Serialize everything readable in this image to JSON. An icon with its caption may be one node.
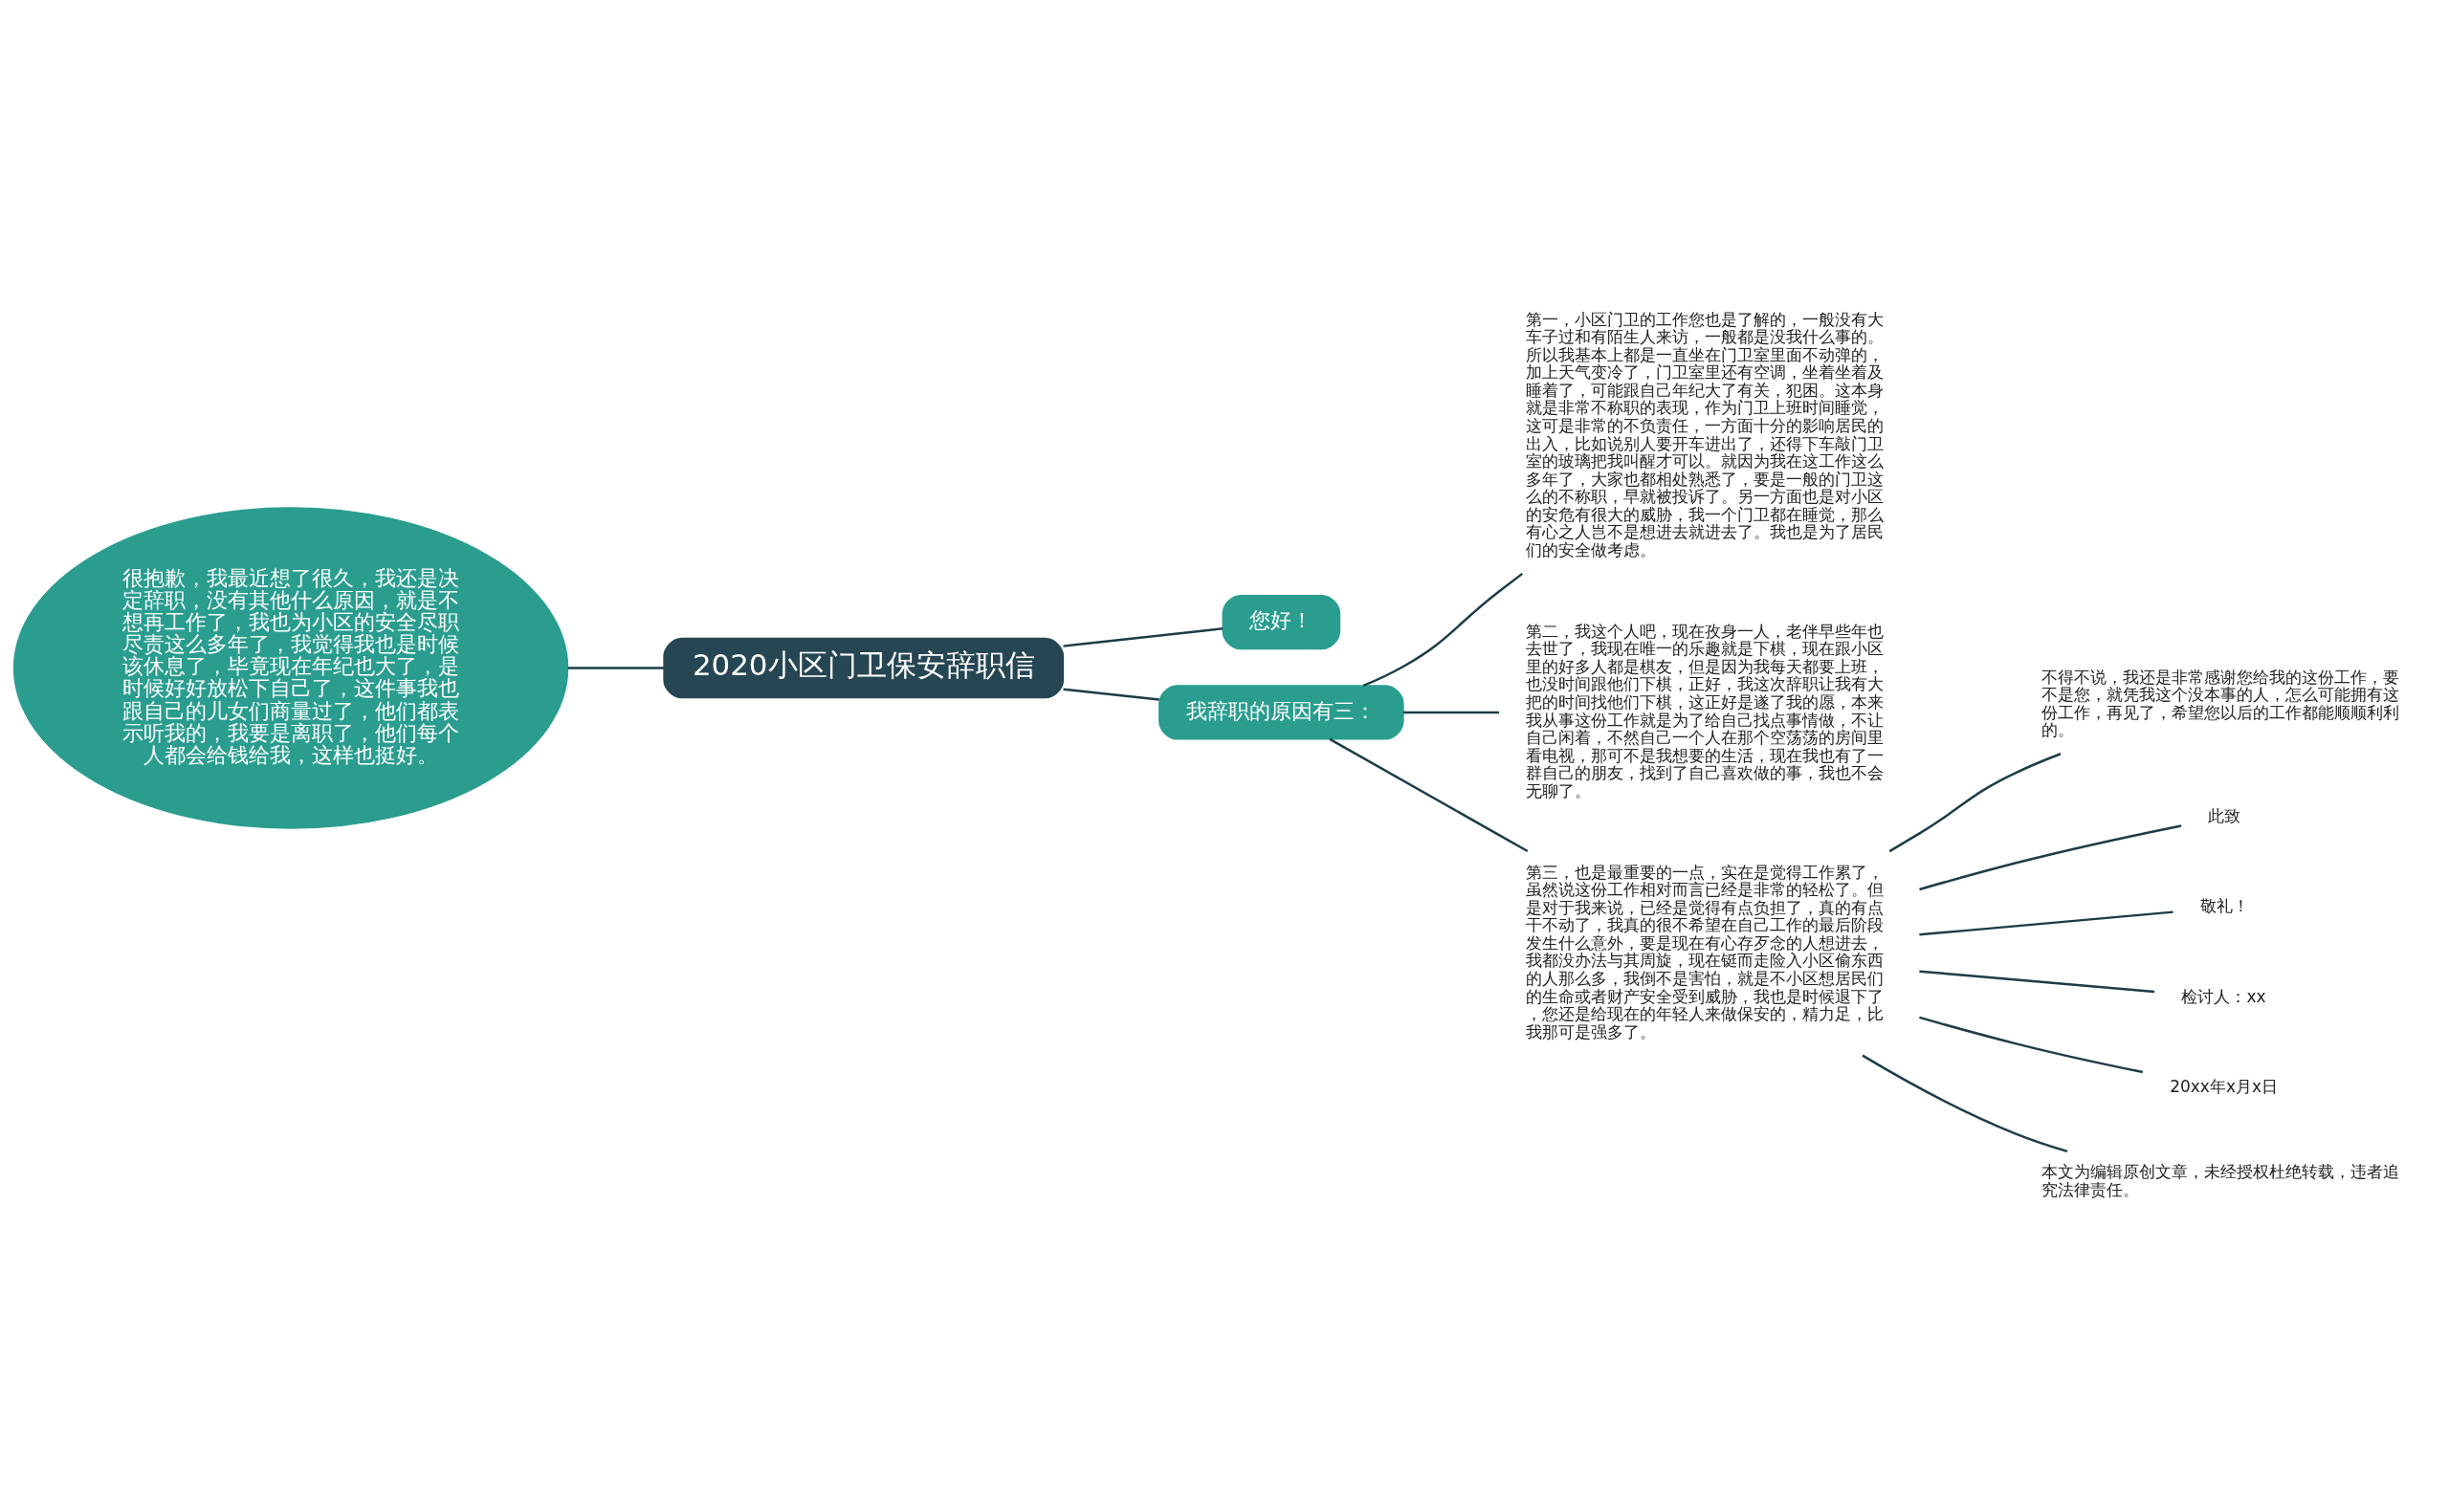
{
  "diagram": {
    "nodes": [
      {
        "text": [
          "2020小区门卫保安辞职信"
        ]
      },
      {
        "text": [
          "很抱歉，我最近想了很久，我还是决定辞职，没有其他什么原因，就是不想再工作了，我也为小区的安全尽职尽责这么多年了，我觉得我也是时候该休息了，毕竟现在年纪也大了，是时候好好放松下自己了，这件事我也跟自己的儿女们商量过了，他们都表示听我的，我要是离职了，他们每个人都会给钱给我，这样也挺好。"
        ]
      },
      {
        "text": [
          "您好！"
        ]
      },
      {
        "text": [
          "我辞职的原因有三："
        ]
      },
      {
        "text": [
          "第一，小区门卫的工作您也是了解的，一般没有大车子过和有陌生人来访，一般都是没我什么事的。所以我基本上都是一直坐在门卫室里面不动弹的，加上天气变冷了，门卫室里还有空调，坐着坐着及睡着了，可能跟自己年纪大了有关，犯困。这本身就是非常不称职的表现，作为门卫上班时间睡觉，这可是非常的不负责任，一方面十分的影响居民的出入，比如说别人要开车进出了，还得下车敲门卫室的玻璃把我叫醒才可以。就因为我在这工作这么多年了，大家也都相处熟悉了，要是一般的门卫这么的不称职，早就被投诉了。另一方面也是对小区的安危有很大的威胁，我一个门卫都在睡觉，那么有心之人岂不是想进去就进去了。我也是为了居民们的安全做考虑。"
        ]
      },
      {
        "text": [
          "第二，我这个人吧，现在孜身一人，老伴早些年也去世了，我现在唯一的乐趣就是下棋，现在跟小区里的好多人都是棋友，但是因为我每天都要上班，也没时间跟他们下棋，正好，我这次辞职让我有大把的时间找他们下棋，这正好是遂了我的愿，本来我从事这份工作就是为了给自己找点事情做，不让自己闲着，不然自己一个人在那个空荡荡的房间里看电视，那可不是我想要的生活，现在我也有了一群自己的朋友，找到了自己喜欢做的事，我也不会无聊了。"
        ]
      },
      {
        "text": [
          "第三，也是最重要的一点，实在是觉得工作累了，虽然说这份工作相对而言已经是非常的轻松了。但是对于我来说，已经是觉得有点负担了，真的有点干不动了，我真的很不希望在自己工作的最后阶段发生什么意外，要是现在有心存歹念的人想进去，我都没办法与其周旋，现在铤而走险入小区偷东西的人那么多，我倒不是害怕，就是不小区想居民们的生命或者财产安全受到威胁，我也是时候退下了，您还是给现在的年轻人来做保安的，精力足，比我那可是强多了。"
        ]
      },
      {
        "text": [
          "不得不说，我还是非常感谢您给我的这份工作，要不是您，就凭我这个没本事的人，怎么可能拥有这份工作，再见了，希望您以后的工作都能顺顺利利的。"
        ]
      },
      {
        "text": [
          "此致"
        ]
      },
      {
        "text": [
          "敬礼！"
        ]
      },
      {
        "text": [
          "检讨人：xx"
        ]
      },
      {
        "text": [
          "20xx年x月x日"
        ]
      },
      {
        "text": [
          "本文为编辑原创文章，未经授权杜绝转载，违者追究法律责任。"
        ]
      }
    ],
    "edges": [
      {
        "from": 0,
        "to": 1,
        "arrow": "none"
      },
      {
        "from": 0,
        "to": 2,
        "arrow": "none"
      },
      {
        "from": 0,
        "to": 3,
        "arrow": "none"
      },
      {
        "from": 3,
        "to": 4,
        "arrow": "none"
      },
      {
        "from": 3,
        "to": 5,
        "arrow": "none"
      },
      {
        "from": 3,
        "to": 6,
        "arrow": "none"
      },
      {
        "from": 6,
        "to": 7,
        "arrow": "none"
      },
      {
        "from": 6,
        "to": 8,
        "arrow": "none"
      },
      {
        "from": 6,
        "to": 9,
        "arrow": "none"
      },
      {
        "from": 6,
        "to": 10,
        "arrow": "none"
      },
      {
        "from": 6,
        "to": 11,
        "arrow": "none"
      },
      {
        "from": 6,
        "to": 12,
        "arrow": "none"
      }
    ]
  }
}
